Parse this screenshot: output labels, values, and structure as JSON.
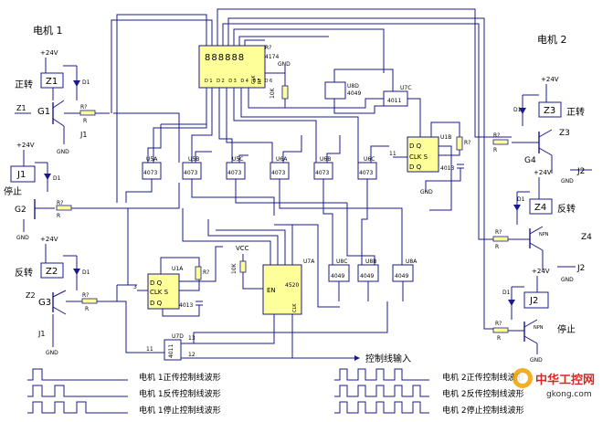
{
  "motors": {
    "motor1_title": "电机 1",
    "motor2_title": "电机 2",
    "forward": "正转",
    "stop": "停止",
    "reverse": "反转"
  },
  "labels": {
    "vcc24": "+24V",
    "vcc": "VCC",
    "gnd": "GND",
    "r": "R",
    "rq": "R?",
    "d1": "D1",
    "z1": "Z1",
    "z2": "Z2",
    "z3": "Z3",
    "z4": "Z4",
    "j1": "J1",
    "j2": "J2",
    "g1": "G1",
    "g2": "G2",
    "g3": "G3",
    "g4": "G4",
    "npn": "NPN",
    "k10": "10K",
    "control_input": "控制线输入"
  },
  "chips": {
    "c4174": "4174",
    "c4049": "4049",
    "c4011": "4011",
    "c4013": "4013",
    "c4073": "4073",
    "c4520": "4520",
    "u1a": "U1A",
    "u1b": "U1B",
    "u5a": "U5A",
    "u5b": "U5B",
    "u5c": "U5C",
    "u6a": "U6A",
    "u6b": "U6B",
    "u6c": "U6C",
    "u7a": "U7A",
    "u7c": "U7C",
    "u7d": "U7D",
    "u8a": "U8A",
    "u8b": "U8B",
    "u8c": "U8C",
    "u8d": "U8D",
    "en": "EN",
    "clk": "CLK",
    "clk_s": "CLK  S",
    "rr": "R?",
    "q": "Q"
  },
  "legend": {
    "m1_forward": "电机 1正传控制线波形",
    "m1_reverse": "电机 1反传控制线波形",
    "m1_stop": "电机 1停止控制线波形",
    "m2_forward": "电机 2正传控制线波形",
    "m2_reverse": "电机 2反传控制线波形",
    "m2_stop": "电机 2停止控制线波形"
  },
  "watermark": {
    "brand": "中华工控网",
    "url": "gkong.com"
  }
}
